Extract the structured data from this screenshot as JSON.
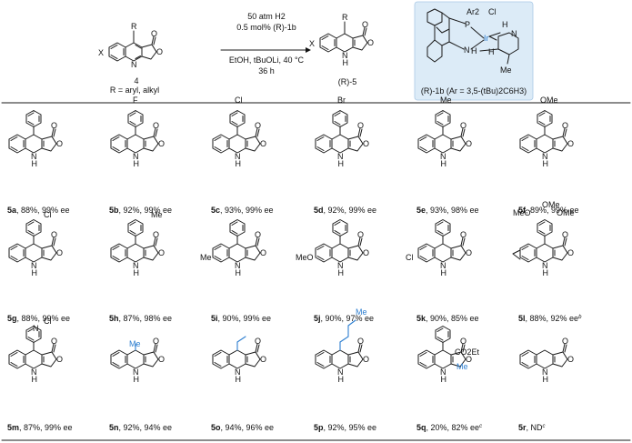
{
  "reaction": {
    "substrate_number": "4",
    "substrate_note": "R = aryl, alkyl",
    "substrate_r": "R",
    "substrate_x": "X",
    "product_label": "(R)-5",
    "conditions": [
      "50 atm H2",
      "0.5 mol% (R)-1b",
      "EtOH, tBuOLi, 40 °C",
      "36 h"
    ]
  },
  "catalyst": {
    "label": "(R)-1b (Ar = 3,5-(tBu)2C6H3)",
    "atoms": {
      "ar2": "Ar2",
      "p": "P",
      "ir": "Ir",
      "cl": "Cl",
      "h1": "H",
      "h2": "H",
      "nh": "N",
      "nh_h": "H",
      "n": "N",
      "me": "Me"
    }
  },
  "products": [
    {
      "id": "5a",
      "yield": "88%",
      "ee": "99% ee",
      "sub": ""
    },
    {
      "id": "5b",
      "yield": "92%",
      "ee": "99% ee",
      "sub": "F"
    },
    {
      "id": "5c",
      "yield": "93%",
      "ee": "99% ee",
      "sub": "Cl"
    },
    {
      "id": "5d",
      "yield": "92%",
      "ee": "99% ee",
      "sub": "Br"
    },
    {
      "id": "5e",
      "yield": "93%",
      "ee": "98% ee",
      "sub": ""
    },
    {
      "id": "5f",
      "yield": "89%",
      "ee": "99% ee",
      "sub": "OMe"
    },
    {
      "id": "5g",
      "yield": "88%",
      "ee": "99% ee",
      "sub": "Cl"
    },
    {
      "id": "5h",
      "yield": "87%",
      "ee": "98% ee",
      "sub": ""
    },
    {
      "id": "5i",
      "yield": "90%",
      "ee": "99% ee",
      "sub": "Me"
    },
    {
      "id": "5j",
      "yield": "90%",
      "ee": "97% ee",
      "sub": "MeO"
    },
    {
      "id": "5k",
      "yield": "90%",
      "ee": "85% ee",
      "sub": "Cl"
    },
    {
      "id": "5l",
      "yield": "88%",
      "ee": "92% ee",
      "sup": "b",
      "subs": [
        "OMe",
        "OMe",
        "MeO"
      ]
    },
    {
      "id": "5m",
      "yield": "87%",
      "ee": "99% ee",
      "sub": "Cl",
      "ring_n": "N"
    },
    {
      "id": "5n",
      "yield": "92%",
      "ee": "94% ee",
      "sub": "Me"
    },
    {
      "id": "5o",
      "yield": "94%",
      "ee": "96% ee"
    },
    {
      "id": "5p",
      "yield": "92%",
      "ee": "95% ee",
      "sub": "Me"
    },
    {
      "id": "5q",
      "yield": "20%",
      "ee": "82% ee",
      "sup": "c",
      "subs": [
        "CO2Et",
        "Me"
      ]
    },
    {
      "id": "5r",
      "yield": "ND",
      "ee": "",
      "sup": "c"
    }
  ],
  "atoms": {
    "o": "O",
    "n": "N",
    "h": "H"
  },
  "colors": {
    "catalyst_box": "#dcebf7",
    "highlight": "#2e7fd0"
  }
}
